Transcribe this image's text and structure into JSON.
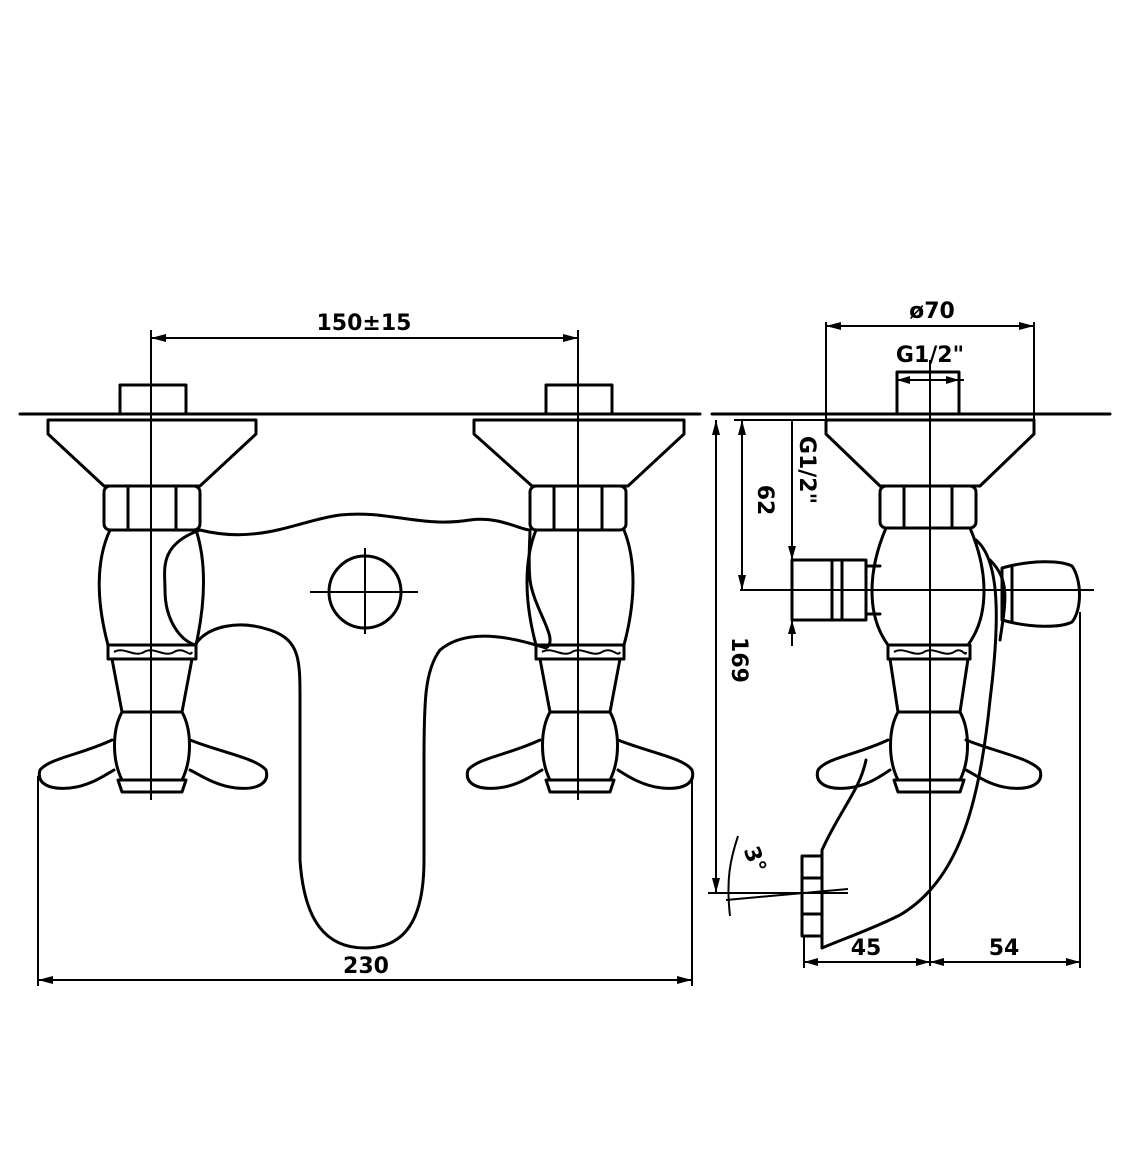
{
  "drawing": {
    "front_view": {
      "dim_centers": "150±15",
      "dim_width": "230"
    },
    "side_view": {
      "dim_diameter": "ø70",
      "dim_thread_top": "G1/2\"",
      "dim_thread_side": "G1/2\"",
      "dim_62": "62",
      "dim_169": "169",
      "dim_angle": "3°",
      "dim_45": "45",
      "dim_54": "54"
    }
  }
}
